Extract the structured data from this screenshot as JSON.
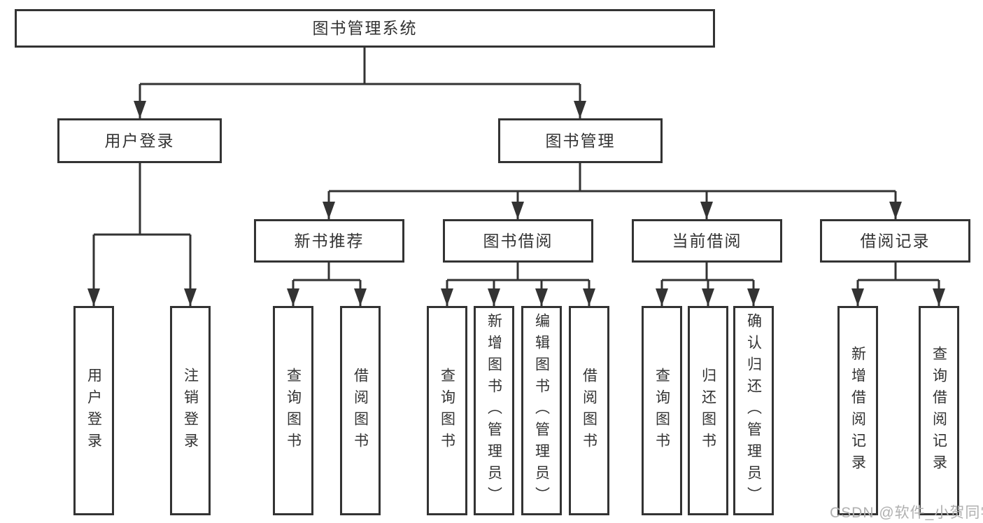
{
  "tree": {
    "label": "图书管理系统",
    "children": [
      {
        "label": "用户登录",
        "children": [
          {
            "label": "用户登录"
          },
          {
            "label": "注销登录"
          }
        ]
      },
      {
        "label": "图书管理",
        "children": [
          {
            "label": "新书推荐",
            "children": [
              {
                "label": "查询图书"
              },
              {
                "label": "借阅图书"
              }
            ]
          },
          {
            "label": "图书借阅",
            "children": [
              {
                "label": "查询图书"
              },
              {
                "label": "新增图书（管理员）"
              },
              {
                "label": "编辑图书（管理员）"
              },
              {
                "label": "借阅图书"
              }
            ]
          },
          {
            "label": "当前借阅",
            "children": [
              {
                "label": "查询图书"
              },
              {
                "label": "归还图书"
              },
              {
                "label": "确认归还（管理员）"
              }
            ]
          },
          {
            "label": "借阅记录",
            "children": [
              {
                "label": "新增借阅记录"
              },
              {
                "label": "查询借阅记录"
              }
            ]
          }
        ]
      }
    ]
  },
  "watermark": {
    "text": "CSDN @软件_小贺同学"
  },
  "colors": {
    "line": "#333333",
    "box_border": "#333333",
    "text": "#333333",
    "watermark": "#b0b0b0",
    "background": "#ffffff"
  }
}
